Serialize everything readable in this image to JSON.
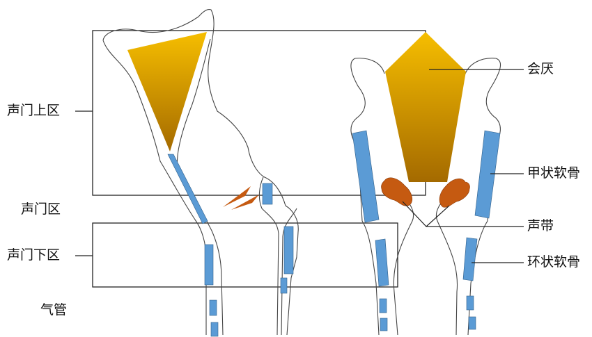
{
  "labels": {
    "supraglottic": "声门上区",
    "glottic": "声门区",
    "subglottic": "声门下区",
    "trachea": "气管",
    "epiglottis": "会厌",
    "thyroid_cartilage": "甲状软骨",
    "vocal_cords": "声带",
    "cricoid_cartilage": "环状软骨"
  },
  "colors": {
    "epiglottis_top": "#F6BE00",
    "epiglottis_bottom": "#A46A00",
    "cartilage_blue": "#5B9BD5",
    "vocal_cord": "#C55A11",
    "outline": "#333333"
  }
}
